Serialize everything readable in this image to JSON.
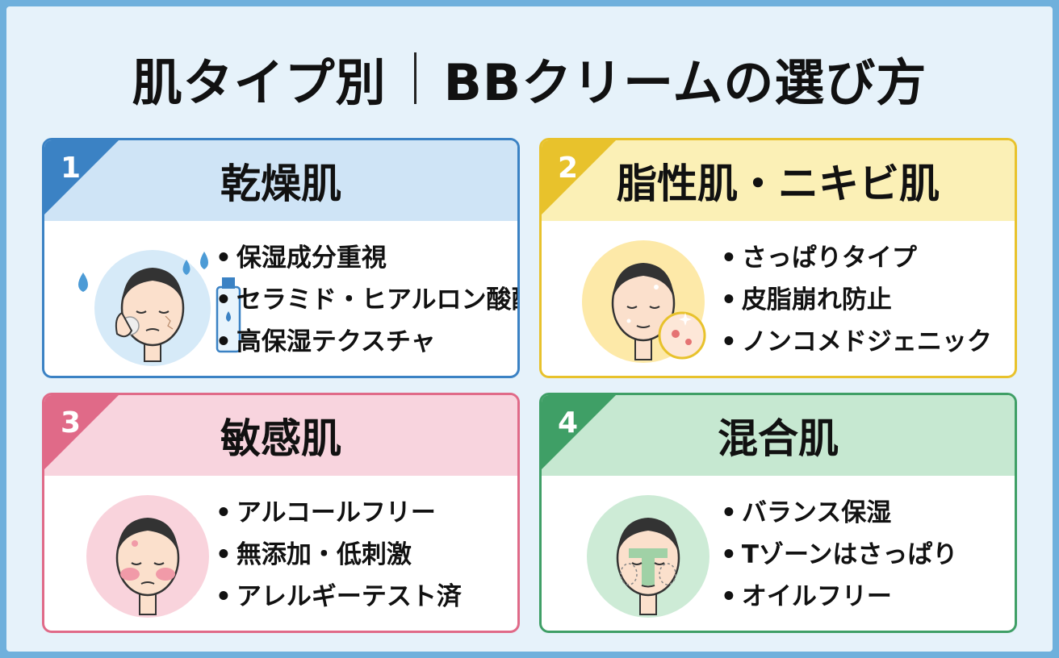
{
  "title": {
    "left": "肌タイプ別",
    "right": "BBクリームの選び方"
  },
  "colors": {
    "dry": "#3b82c4",
    "oily": "#e8c22c",
    "sensitive": "#e06a88",
    "combination": "#3f9f66"
  },
  "cards": [
    {
      "number": "1",
      "title": "乾燥肌",
      "illustration": "dry-skin-face-with-water-drops-and-toner-bottle",
      "bullets": [
        "保湿成分重視",
        "セラミド・ヒアルロン酸配合",
        "高保湿テクスチャ"
      ]
    },
    {
      "number": "2",
      "title": "脂性肌・ニキビ肌",
      "illustration": "oily-skin-face-with-acne-magnifier",
      "bullets": [
        "さっぱりタイプ",
        "皮脂崩れ防止",
        "ノンコメドジェニック"
      ]
    },
    {
      "number": "3",
      "title": "敏感肌",
      "illustration": "sensitive-skin-face-with-redness",
      "bullets": [
        "アルコールフリー",
        "無添加・低刺激",
        "アレルギーテスト済"
      ]
    },
    {
      "number": "4",
      "title": "混合肌",
      "illustration": "combination-skin-face-with-t-zone",
      "bullets": [
        "バランス保湿",
        "Tゾーンはさっぱり",
        "オイルフリー"
      ]
    }
  ]
}
